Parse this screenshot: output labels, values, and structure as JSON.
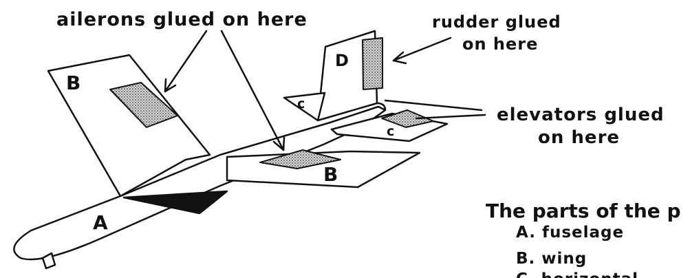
{
  "annotations": {
    "ailerons": "ailerons glued on here",
    "rudder_line1": "rudder glued",
    "rudder_line2": "on here",
    "elevators_line1": "elevators glued",
    "elevators_line2": "on here"
  },
  "part_labels": {
    "A": "A",
    "B_wing_left": "B",
    "B_wing_right": "B",
    "C_left": "c",
    "C_right": "c",
    "D": "D"
  },
  "legend": {
    "title": "The parts of the p",
    "items": [
      "A. fuselage",
      "B. wing",
      "C. horizontal"
    ]
  }
}
